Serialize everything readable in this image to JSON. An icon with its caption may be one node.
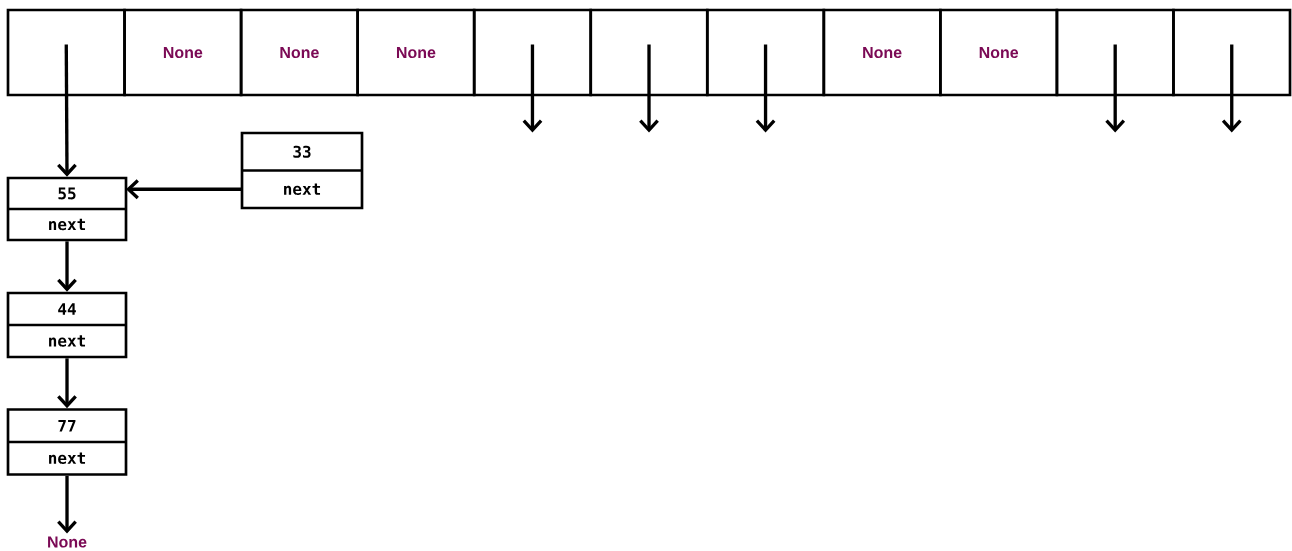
{
  "diagram": {
    "nodes": [
      {
        "text": [],
        "shape": "box"
      },
      {
        "text": [
          "None"
        ]
      },
      {
        "text": [
          "None"
        ]
      },
      {
        "text": [
          "None"
        ]
      },
      {
        "text": [],
        "shape": "box"
      },
      {
        "text": [],
        "shape": "box"
      },
      {
        "text": [],
        "shape": "box"
      },
      {
        "text": [
          "None"
        ]
      },
      {
        "text": [
          "None"
        ]
      },
      {
        "text": [],
        "shape": "box"
      },
      {
        "text": [],
        "shape": "box"
      },
      {
        "text": [
          "33",
          "next"
        ]
      },
      {
        "text": [
          "55",
          "next"
        ]
      },
      {
        "text": [
          "44",
          "next"
        ]
      },
      {
        "text": [
          "77",
          "next"
        ]
      },
      {
        "text": [
          "None"
        ]
      }
    ],
    "edges": [
      {
        "from": 0,
        "to": 12,
        "arrow": "to"
      },
      {
        "from": 4,
        "to": null,
        "arrow": "to"
      },
      {
        "from": 5,
        "to": null,
        "arrow": "to"
      },
      {
        "from": 6,
        "to": null,
        "arrow": "to"
      },
      {
        "from": 9,
        "to": null,
        "arrow": "to"
      },
      {
        "from": 10,
        "to": null,
        "arrow": "to"
      },
      {
        "from": 11,
        "to": 12,
        "arrow": "to"
      },
      {
        "from": 12,
        "to": 13,
        "arrow": "to"
      },
      {
        "from": 13,
        "to": 14,
        "arrow": "to"
      },
      {
        "from": 14,
        "to": 15,
        "arrow": "to"
      }
    ]
  }
}
